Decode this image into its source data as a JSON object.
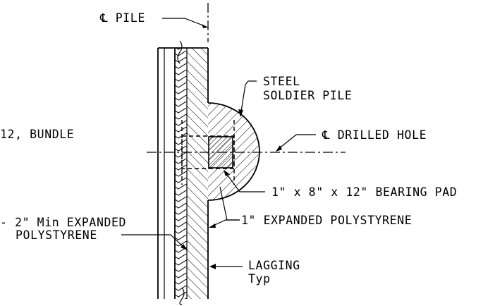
{
  "labels": {
    "cl_pile": "℄ PILE",
    "steel_line1": "STEEL",
    "steel_line2": "SOLDIER PILE",
    "bundle": "12, BUNDLE",
    "cl_drilled_hole": "℄ DRILLED HOLE",
    "bearing_pad": "1\" x 8\" x 12\" BEARING PAD",
    "min_eps_line1": "- 2\" Min EXPANDED",
    "min_eps_line2": "POLYSTYRENE",
    "eps_1in": "1\" EXPANDED POLYSTYRENE",
    "lagging_line1": "LAGGING",
    "lagging_line2": "Typ"
  },
  "colors": {
    "ink": "#000000",
    "background": "#ffffff"
  }
}
